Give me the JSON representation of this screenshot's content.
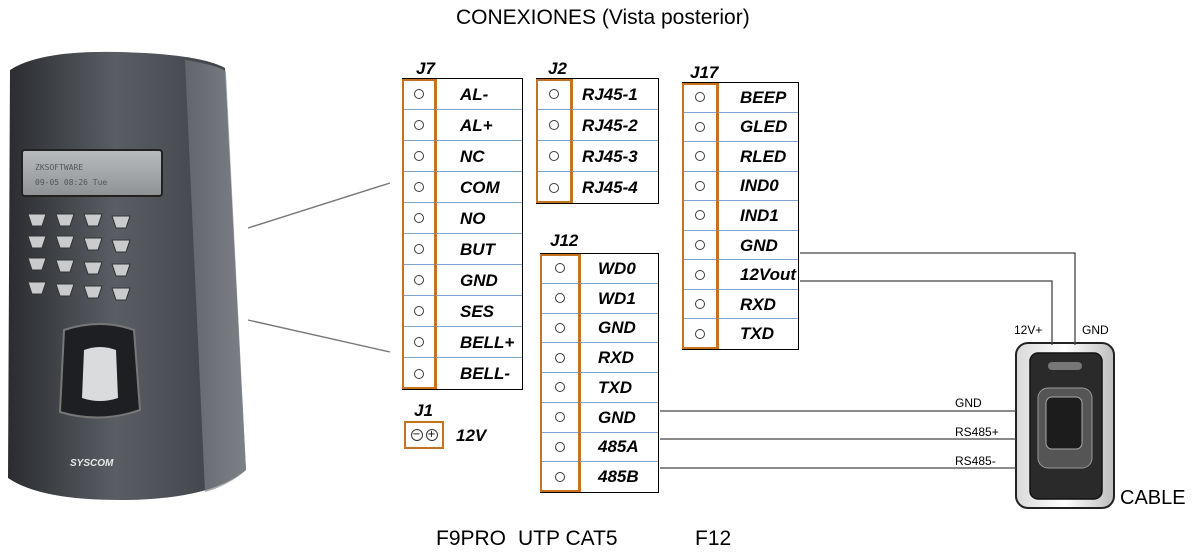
{
  "title": "CONEXIONES (Vista posterior)",
  "device_brand": "SYSCOM",
  "blocks": {
    "j7": {
      "label": "J7",
      "pins": [
        "AL-",
        "AL+",
        "NC",
        "COM",
        "NO",
        "BUT",
        "GND",
        "SES",
        "BELL+",
        "BELL-"
      ]
    },
    "j2": {
      "label": "J2",
      "pins": [
        "RJ45-1",
        "RJ45-2",
        "RJ45-3",
        "RJ45-4"
      ]
    },
    "j17": {
      "label": "J17",
      "pins": [
        "BEEP",
        "GLED",
        "RLED",
        "IND0",
        "IND1",
        "GND",
        "12Vout",
        "RXD",
        "TXD"
      ]
    },
    "j12": {
      "label": "J12",
      "pins": [
        "WD0",
        "WD1",
        "GND",
        "RXD",
        "TXD",
        "GND",
        "485A",
        "485B"
      ]
    },
    "j1": {
      "label": "J1",
      "value": "12V",
      "minus": "−",
      "plus": "+"
    }
  },
  "reader_wires": {
    "top_12v": "12V+",
    "top_gnd": "GND",
    "gnd": "GND",
    "rs485p": "RS485+",
    "rs485m": "RS485-"
  },
  "footer": {
    "device_name": "F9PRO",
    "cable_name": "UTP CAT5",
    "reader_name": "F12",
    "cable_label": "CABLE"
  },
  "colors": {
    "pin_border": "#c7721f",
    "row_line": "#7fa3cf",
    "device_body": "#4a4d52"
  }
}
